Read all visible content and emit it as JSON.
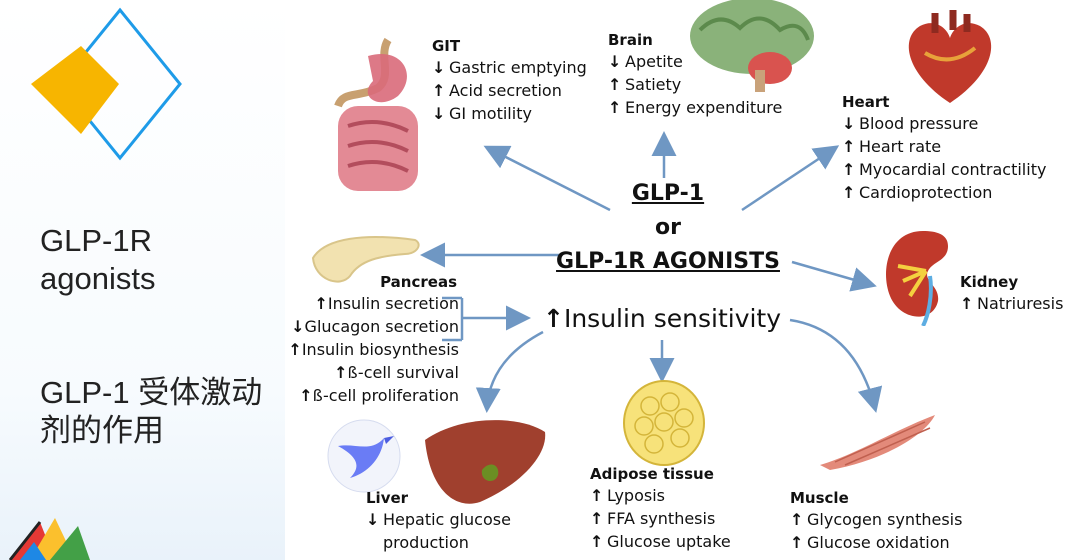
{
  "left_text": {
    "line1": "GLP-1R",
    "line2": "agonists",
    "line3": "GLP-1 受体激动",
    "line4": "剂的作用"
  },
  "center": {
    "title1": "GLP-1",
    "title2": "or",
    "title3": "GLP-1R AGONISTS",
    "sensitivity": "Insulin sensitivity",
    "sensitivity_arrow": "↑"
  },
  "organs": {
    "git": {
      "title": "GIT",
      "items": [
        {
          "arrow": "↓",
          "text": "Gastric emptying"
        },
        {
          "arrow": "↑",
          "text": "Acid secretion"
        },
        {
          "arrow": "↓",
          "text": "GI motility"
        }
      ]
    },
    "brain": {
      "title": "Brain",
      "items": [
        {
          "arrow": "↓",
          "text": "Apetite"
        },
        {
          "arrow": "↑",
          "text": "Satiety"
        },
        {
          "arrow": "↑",
          "text": "Energy expenditure"
        }
      ]
    },
    "heart": {
      "title": "Heart",
      "items": [
        {
          "arrow": "↓",
          "text": "Blood pressure"
        },
        {
          "arrow": "↑",
          "text": "Heart rate"
        },
        {
          "arrow": "↑",
          "text": "Myocardial contractility"
        },
        {
          "arrow": "↑",
          "text": "Cardioprotection"
        }
      ]
    },
    "kidney": {
      "title": "Kidney",
      "items": [
        {
          "arrow": "↑",
          "text": "Natriuresis"
        }
      ]
    },
    "pancreas": {
      "title": "Pancreas",
      "items": [
        {
          "arrow": "↑",
          "text": "Insulin secretion"
        },
        {
          "arrow": "↓",
          "text": "Glucagon secretion"
        },
        {
          "arrow": "↑",
          "text": "Insulin biosynthesis"
        },
        {
          "arrow": "↑",
          "text": "ß-cell survival"
        },
        {
          "arrow": "↑",
          "text": "ß-cell proliferation"
        }
      ]
    },
    "liver": {
      "title": "Liver",
      "items": [
        {
          "arrow": "↓",
          "text": "Hepatic glucose"
        },
        {
          "arrow": "",
          "text": "production"
        }
      ]
    },
    "adipose": {
      "title": "Adipose tissue",
      "items": [
        {
          "arrow": "↑",
          "text": "Lyposis"
        },
        {
          "arrow": "↑",
          "text": "FFA synthesis"
        },
        {
          "arrow": "↑",
          "text": "Glucose uptake"
        }
      ]
    },
    "muscle": {
      "title": "Muscle",
      "items": [
        {
          "arrow": "↑",
          "text": "Glycogen synthesis"
        },
        {
          "arrow": "↑",
          "text": "Glucose oxidation"
        }
      ]
    }
  },
  "colors": {
    "arrow": "#6f97c3",
    "logo_yellow": "#f7b500",
    "logo_blue": "#1e9be8"
  },
  "icons": [
    "diamond-logo",
    "stomach-icon",
    "brain-icon",
    "heart-icon",
    "kidney-icon",
    "pancreas-icon",
    "liver-icon",
    "adipose-icon",
    "muscle-icon",
    "bird-app-icon",
    "color-fan-logo"
  ]
}
